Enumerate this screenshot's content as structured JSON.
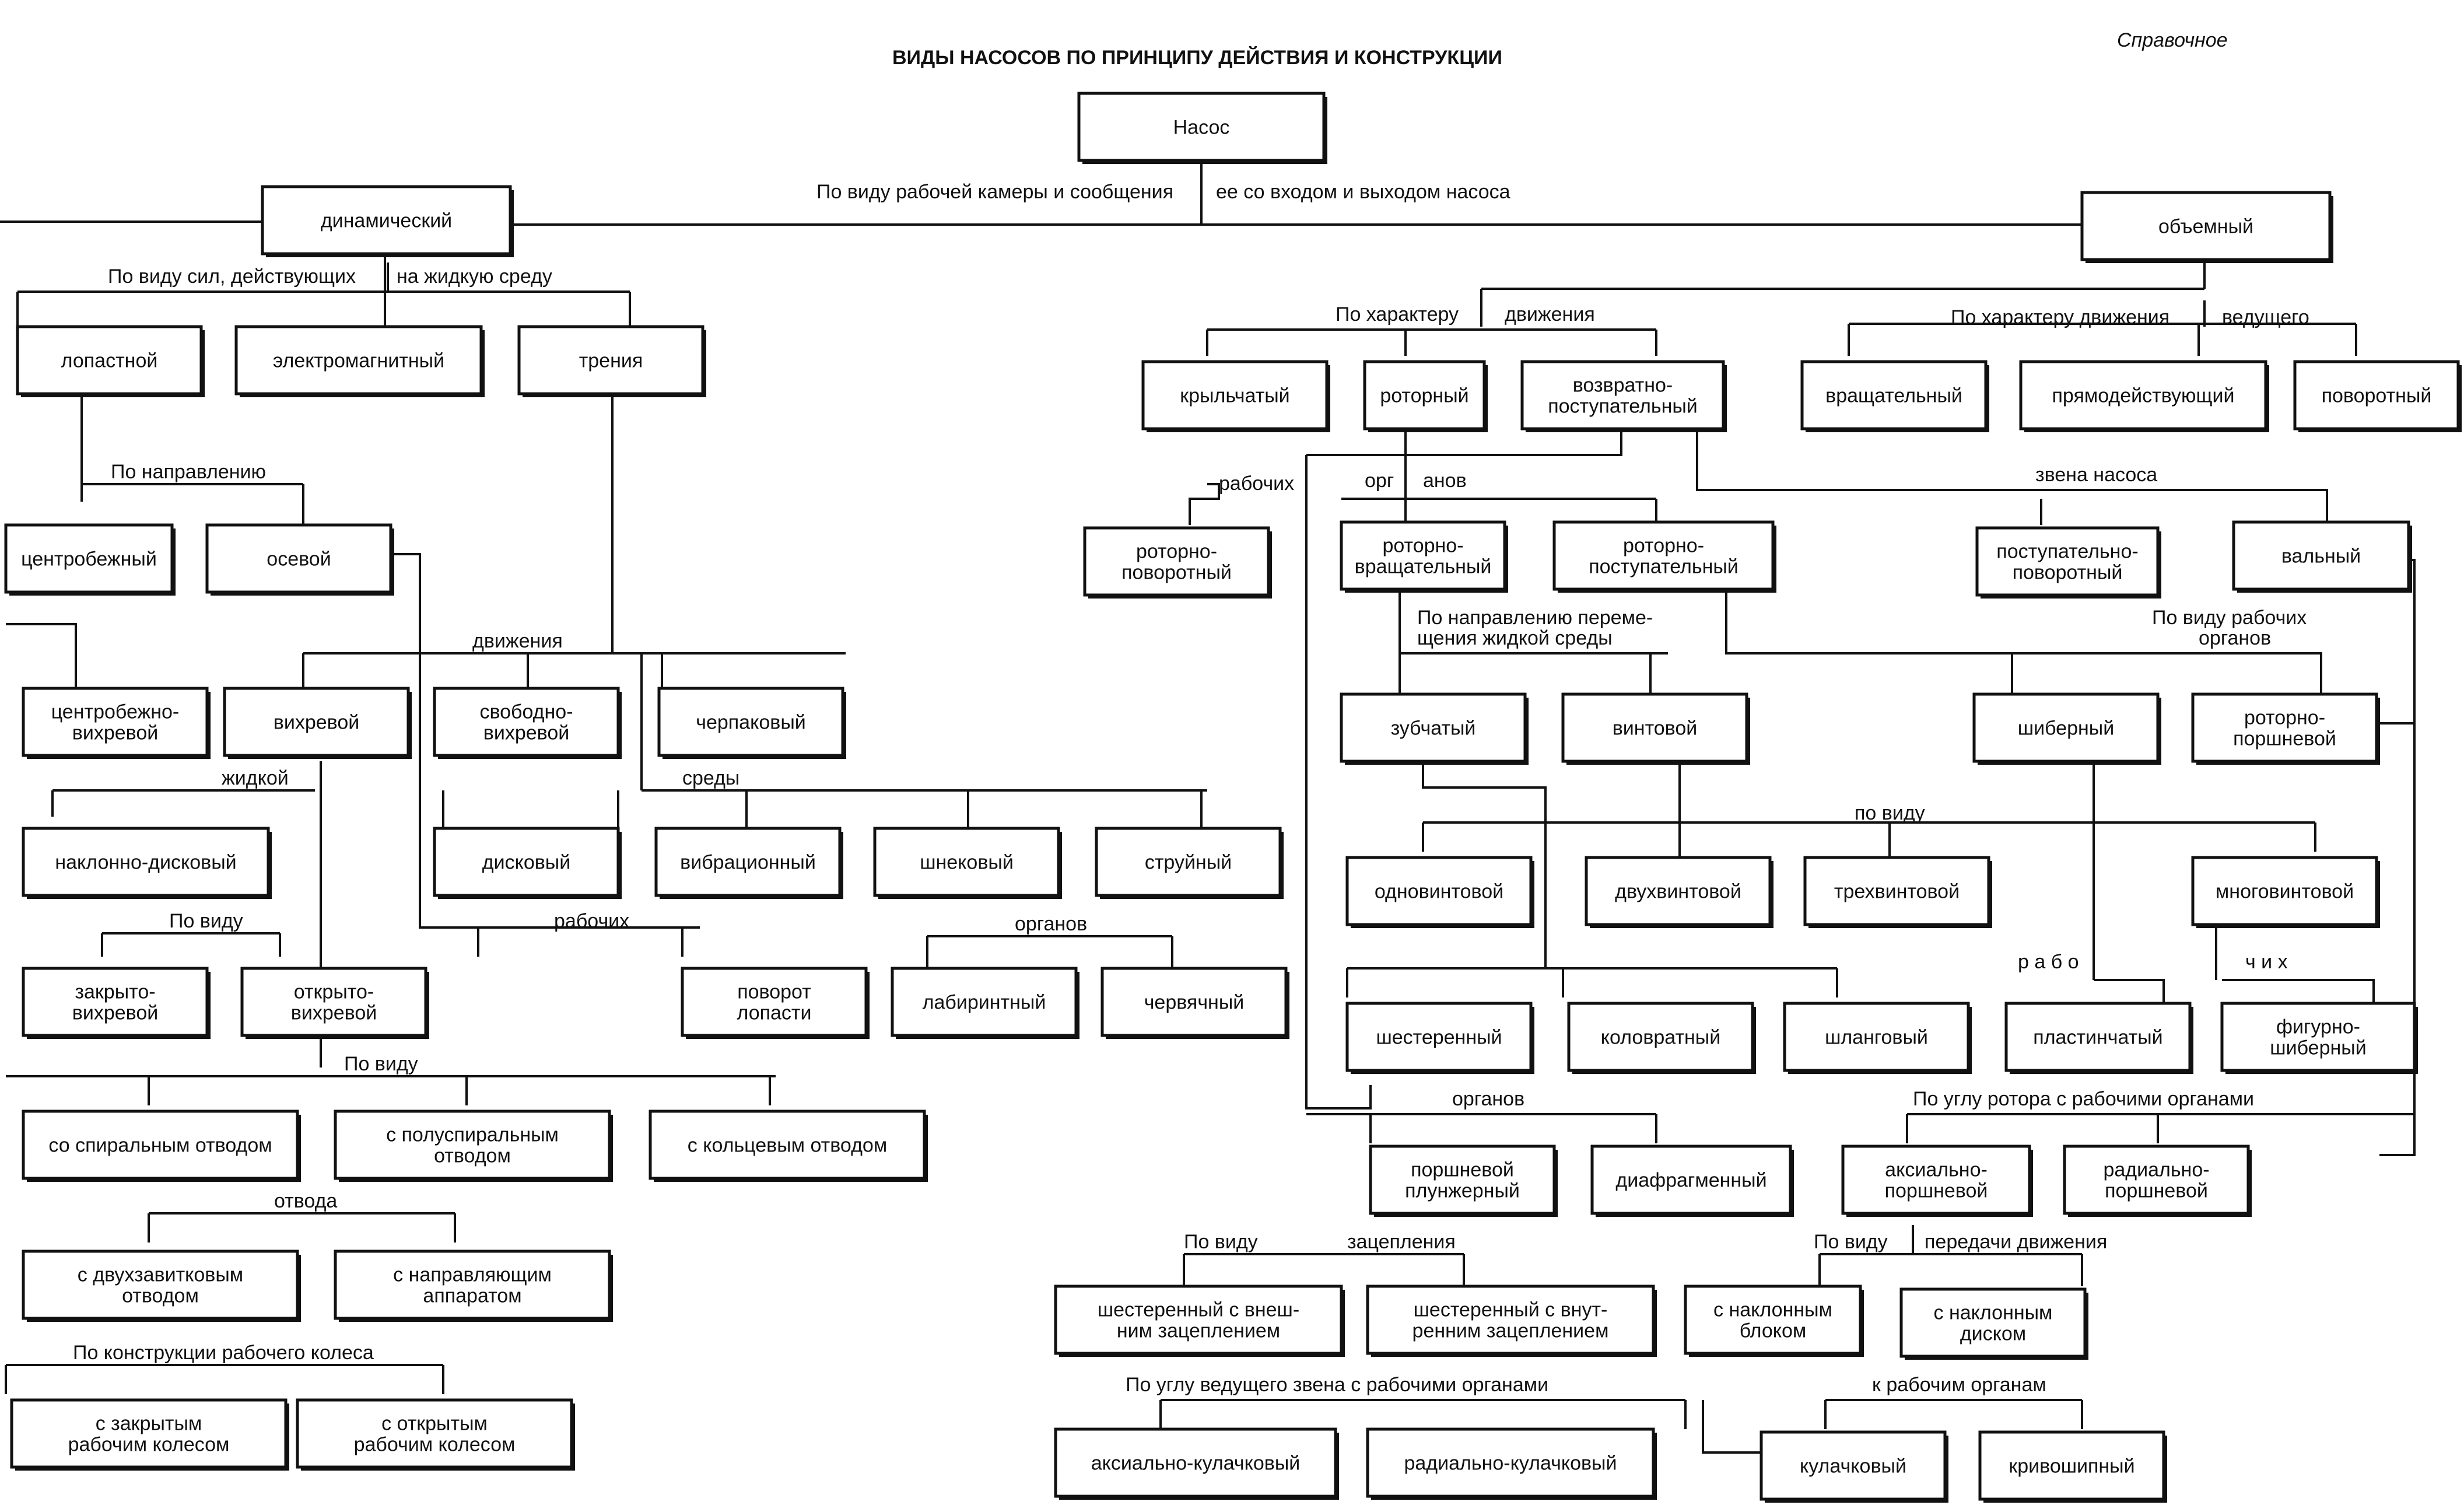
{
  "title": "ВИДЫ НАСОСОВ ПО ПРИНЦИПУ ДЕЙСТВИЯ И КОНСТРУКЦИИ",
  "appendix": "Справочное",
  "nodes": {
    "nasos": "Насос",
    "dinamicheskiy": "динамический",
    "obemnyy": "объемный",
    "lopastnoy": "лопастной",
    "elektromagnitnyy": "электромагнитный",
    "treniya": "трения",
    "centrobezhnyy": "центробежный",
    "osevoy": "осевой",
    "centrobezhno_vikhrevoy": [
      "центробежно-",
      "вихревой"
    ],
    "vikhrevoy": "вихревой",
    "svobodno_vikhrevoy": [
      "свободно-",
      "вихревой"
    ],
    "cherpakovyy": "черпаковый",
    "naklonno_diskovyy": "наклонно-дисковый",
    "diskovyy": "дисковый",
    "vibracionnyy": "вибрационный",
    "shnekovyy": "шнековый",
    "struynyy": "струйный",
    "zakryto_vikhrevoy": [
      "закрыто-",
      "вихревой"
    ],
    "otkryto_vikhrevoy": [
      "открыто-",
      "вихревой"
    ],
    "povorot_lopasti": [
      "поворот",
      "лопасти"
    ],
    "labirintnyy": "лабиринтный",
    "chervyachnyy": "червячный",
    "so_spiralnym": "со спиральным отводом",
    "s_polusipralnym": [
      "с полуспиральным",
      "отводом"
    ],
    "s_kolcevym": "с кольцевым отводом",
    "s_dvukhzavitkovym": [
      "с двухзавитковым",
      "отводом"
    ],
    "s_napravlyayushchim": [
      "с направляющим",
      "аппаратом"
    ],
    "s_zakrytym": [
      "с закрытым",
      "рабочим колесом"
    ],
    "s_otkrytym": [
      "с открытым",
      "рабочим колесом"
    ],
    "krylchatyy": "крыльчатый",
    "rotornyy": "роторный",
    "vozvratno": [
      "возвратно-",
      "поступательный"
    ],
    "vrashchatelnyy": "вращательный",
    "pryamodeystvuyushchiy": "прямодействующий",
    "povorotnyy": "поворотный",
    "rotorno_povorotnyy": [
      "роторно-",
      "поворотный"
    ],
    "rotorno_vrashchatelnyy": [
      "роторно-",
      "вращательный"
    ],
    "rotorno_postupatelnyy": [
      "роторно-",
      "поступательный"
    ],
    "postupatelno_povorotnyy": [
      "поступательно-",
      "поворотный"
    ],
    "valnyy": "вальный",
    "zubchatyy": "зубчатый",
    "vintovoy": "винтовой",
    "shibernyy": "шиберный",
    "rotorno_porshnevoy": [
      "роторно-",
      "поршневой"
    ],
    "odnovintovoy": "одновинтовой",
    "dvukhvintovoy": "двухвинтовой",
    "trekhvintovoy": "трехвинтовой",
    "mnogovintovoy": "многовинтовой",
    "shesterennyy": "шестеренный",
    "kolovratnyy": "коловратный",
    "shlangovyy": "шланговый",
    "plastinchatyy": "пластинчатый",
    "figurno_shibernyy": [
      "фигурно-",
      "шиберный"
    ],
    "porshnevoy_plunzhernyy": [
      "поршневой",
      "плунжерный"
    ],
    "diafragmennyy": "диафрагменный",
    "aksialno_porshnevoy": [
      "аксиально-",
      "поршневой"
    ],
    "radialno_porshnevoy": [
      "радиально-",
      "поршневой"
    ],
    "shest_vneshnim": [
      "шестеренный с внеш-",
      "ним зацеплением"
    ],
    "shest_vnutrennim": [
      "шестеренный с внут-",
      "ренним зацеплением"
    ],
    "s_naklonnym_blokom": [
      "с наклонным",
      "блоком"
    ],
    "s_naklonnym_diskom": [
      "с наклонным",
      "диском"
    ],
    "aksialno_kulachkovyy": "аксиально-кулачковый",
    "radialno_kulachkovyy": "радиально-кулачковый",
    "kulachkovyy": "кулачковый",
    "krivoshipnyy": "кривошипный"
  },
  "labels": {
    "po_vidu_rabochey_kamery_1": "По виду рабочей камеры и сообщения",
    "po_vidu_rabochey_kamery_2": "ее со входом и выходом насоса",
    "po_vidu_sil_1": "По виду сил, действующих",
    "po_vidu_sil_2": "на жидкую среду",
    "po_napravleniyu": "По направлению",
    "dvizheniya": "движения",
    "zhidkoy": "жидкой",
    "sredy": "среды",
    "po_vidu_1": "По виду",
    "rabochikh": "рабочих",
    "organov_1": "органов",
    "po_vidu_2": "По виду",
    "otvoda": "отвода",
    "po_konstrukcii": "По конструкции рабочего колеса",
    "po_kharakteru_1": "По характеру",
    "po_kharakteru_dvizh": "движения",
    "po_kharakteru_2": "По характеру движения",
    "vedushchego": "ведущего",
    "rabochikh_2": "рабочих",
    "org": "орг",
    "anov": "анов",
    "zvena_nasosa": "звена насоса",
    "po_napravleniyu_peremeshch_1": "По направлению переме-",
    "po_napravleniyu_peremeshch_2": "щения жидкой среды",
    "po_vidu_rabochikh_organov_1": "По виду рабочих",
    "po_vidu_rabochikh_organov_2": "органов",
    "po_vidu_3": "по виду",
    "rabo": "р а б о",
    "chikh": "ч и х",
    "organov_2": "органов",
    "po_uglu_rotora": "По углу ротора с рабочими органами",
    "po_vidu_4": "По виду",
    "zacepleniya": "зацепления",
    "po_vidu_5": "По виду",
    "peredachi": "передачи движения",
    "po_uglu_vedushchego": "По углу ведущего звена с рабочими органами",
    "k_rabochim": "к рабочим органам"
  }
}
